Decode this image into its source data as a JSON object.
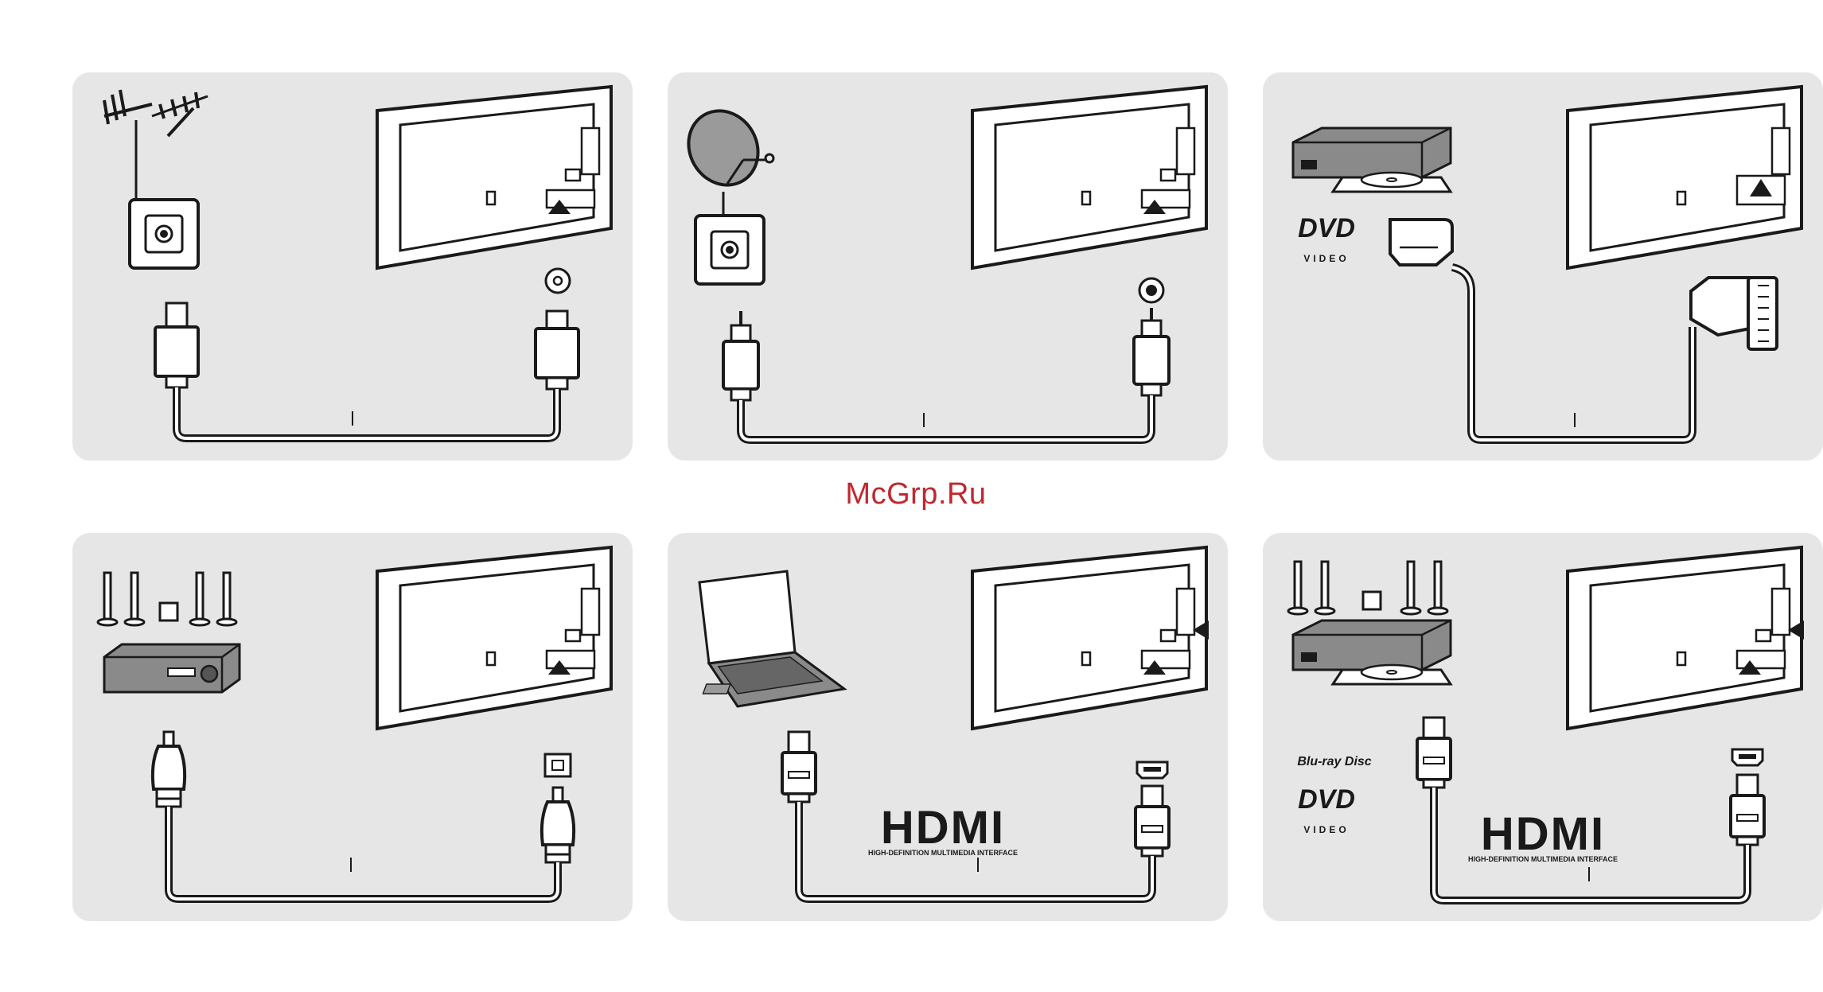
{
  "watermark": "McGrp.Ru",
  "panels": [
    {
      "id": "antenna",
      "logos": []
    },
    {
      "id": "satellite",
      "logos": []
    },
    {
      "id": "dvd-scart",
      "logos": [
        "DVD",
        "VIDEO"
      ]
    },
    {
      "id": "audio-optical",
      "logos": []
    },
    {
      "id": "laptop-hdmi",
      "logos": [
        "HDMI",
        "HIGH-DEFINITION MULTIMEDIA INTERFACE"
      ]
    },
    {
      "id": "bluray-hdmi",
      "logos": [
        "Blu-ray Disc",
        "DVD",
        "VIDEO",
        "HDMI",
        "HIGH-DEFINITION MULTIMEDIA INTERFACE"
      ]
    }
  ],
  "logos": {
    "dvd": "DVD",
    "video": "VIDEO",
    "bluray": "Blu-ray Disc",
    "hdmi": "HDMI",
    "hdmi_sub": "HIGH-DEFINITION MULTIMEDIA INTERFACE"
  },
  "colors": {
    "panel_bg": "#e6e6e6",
    "line": "#1a1a1a",
    "device_gray": "#8a8a8a",
    "watermark": "#c0282e"
  }
}
